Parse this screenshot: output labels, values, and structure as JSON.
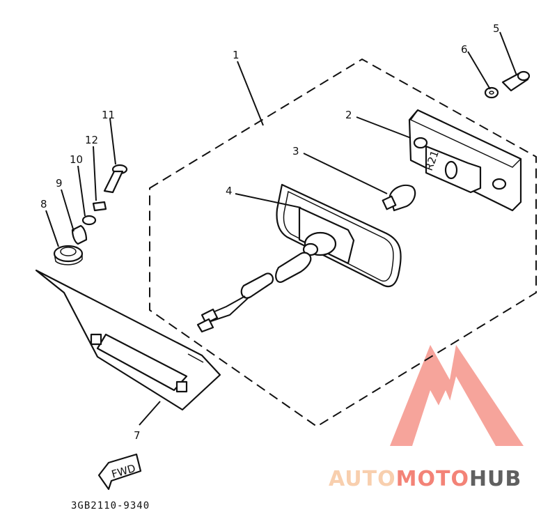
{
  "callouts": {
    "c1": "1",
    "c2": "2",
    "c3": "3",
    "c4": "4",
    "c5": "5",
    "c6": "6",
    "c7": "7",
    "c8": "8",
    "c9": "9",
    "c10": "10",
    "c11": "11",
    "c12": "12"
  },
  "bulb_marking": "R21",
  "fwd_label": "FWD",
  "diagram_code": "3GB2110-9340",
  "watermark": {
    "auto": "AUTO",
    "moto": "MOTO",
    "hub": "HUB",
    "color_light": "#f6bf94",
    "color_main": "#f05a4a",
    "color_hub": "#2b2b2b"
  }
}
